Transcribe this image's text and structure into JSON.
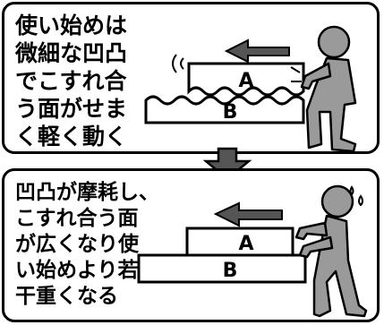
{
  "top_panel": {
    "caption": "使い始めは\n微細な凹凸\nでこすれ合\nう面がせま\nく軽く動く",
    "block_top_label": "A",
    "block_bottom_label": "B"
  },
  "bottom_panel": {
    "caption": "凹凸が摩耗し、\nこすれ合う面\nが広くなり使\nい始めより若\n干重くなる",
    "block_top_label": "A",
    "block_bottom_label": "B"
  },
  "icons": {
    "motion_arrow": "left-arrow-icon",
    "transition_arrow": "down-arrow-icon",
    "figure": "pushing-person-icon"
  },
  "colors": {
    "line": "#000000",
    "figure_fill": "#9a9a9a",
    "arrow_fill": "#555555",
    "background": "#ffffff"
  }
}
